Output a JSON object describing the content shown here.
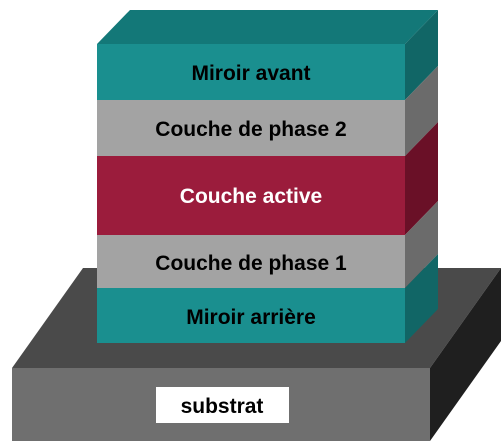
{
  "diagram": {
    "layers": [
      {
        "id": "miroir-avant",
        "label": "Miroir avant",
        "front": "#1a8f8f",
        "side": "#116666",
        "text_color": "#000000"
      },
      {
        "id": "couche-phase-2",
        "label": "Couche de phase 2",
        "front": "#a3a3a3",
        "side": "#6b6b6b",
        "text_color": "#000000"
      },
      {
        "id": "couche-active",
        "label": "Couche active",
        "front": "#9b1c3c",
        "side": "#6a1027",
        "text_color": "#ffffff"
      },
      {
        "id": "couche-phase-1",
        "label": "Couche de phase 1",
        "front": "#a3a3a3",
        "side": "#6b6b6b",
        "text_color": "#000000"
      },
      {
        "id": "miroir-arriere",
        "label": "Miroir arrière",
        "front": "#1a8f8f",
        "side": "#116666",
        "text_color": "#000000"
      }
    ],
    "top_face_color": "#137878",
    "substrate": {
      "label": "substrat",
      "front": "#6f6f6f",
      "top": "#4a4a4a",
      "side": "#1f1f1f",
      "label_bg": "#ffffff"
    }
  }
}
